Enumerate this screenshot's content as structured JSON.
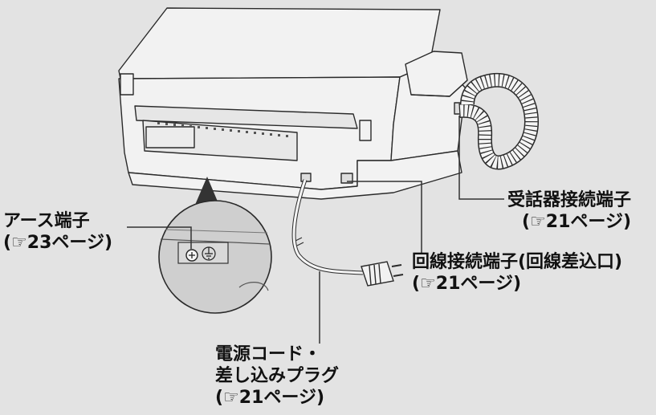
{
  "labels": {
    "earth": {
      "line1": "アース端子",
      "line2": "(☞23ページ)"
    },
    "handset": {
      "line1": "受話器接続端子",
      "line2": "(☞21ページ)"
    },
    "line_jack": {
      "line1": "回線接続端子(回線差込口)",
      "line2": "(☞21ページ)"
    },
    "power": {
      "line1": "電源コード・",
      "line2": "差し込みプラグ",
      "line3": "(☞21ページ)"
    }
  },
  "colors": {
    "background": "#e3e3e3",
    "device_fill": "#f2f2f2",
    "outline": "#2a2a2a",
    "zoom_circle": "#cfcfcf",
    "pointer": "#333333"
  },
  "icons": [
    "earth-ground-symbol",
    "pointing-hand-symbol"
  ]
}
